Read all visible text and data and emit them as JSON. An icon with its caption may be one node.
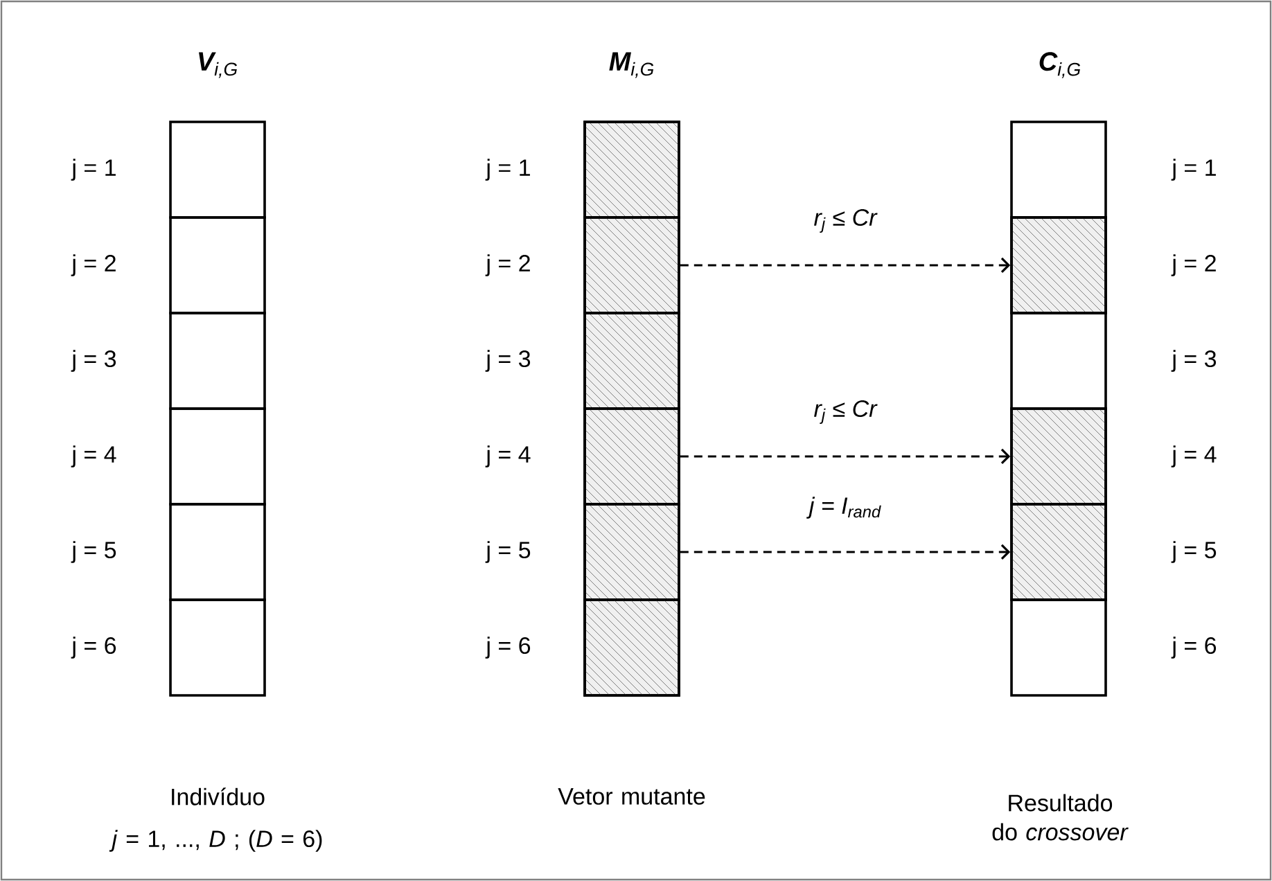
{
  "diagram": {
    "nodes": [
      {
        "text": [],
        "shape": "box"
      },
      {
        "text": [],
        "shape": "box"
      },
      {
        "text": [],
        "shape": "box"
      },
      {
        "text": [],
        "shape": "box"
      },
      {
        "text": [],
        "shape": "box"
      },
      {
        "text": [],
        "shape": "box"
      },
      {
        "text": [],
        "shape": "box"
      },
      {
        "text": [],
        "shape": "box"
      },
      {
        "text": [],
        "shape": "box"
      },
      {
        "text": [],
        "shape": "box"
      },
      {
        "text": [],
        "shape": "box"
      },
      {
        "text": [],
        "shape": "box"
      },
      {
        "text": [],
        "shape": "box"
      },
      {
        "text": [],
        "shape": "box"
      },
      {
        "text": [],
        "shape": "box"
      },
      {
        "text": [],
        "shape": "box"
      },
      {
        "text": [],
        "shape": "box"
      },
      {
        "text": [],
        "shape": "box"
      }
    ],
    "edges": [
      {
        "from": 7,
        "to": 13,
        "arrow": "to",
        "style": "dashed",
        "label": "r$_{j}$ ≤ Cr"
      },
      {
        "from": 9,
        "to": 15,
        "arrow": "to",
        "style": "dashed",
        "label": "r$_{j}$ ≤ Cr"
      },
      {
        "from": 10,
        "to": 16,
        "arrow": "to",
        "style": "dashed",
        "label": "j = I$_{rand}$"
      }
    ],
    "labels": [
      "**V**$_{i,G}$",
      "**M**$_{i,G}$",
      "**C**$_{i,G}$",
      "j = 1",
      "j = 1",
      "j = 1",
      "j = 2",
      "j = 2",
      "j = 2",
      "j = 3",
      "j = 3",
      "j = 3",
      "j = 4",
      "j = 4",
      "j = 4",
      "j = 5",
      "j = 5",
      "j = 5",
      "j = 6",
      "j = 6",
      "j = 6",
      "Indivíduo",
      "Vetor mutante",
      "Resultado do *crossover*",
      "*j* = 1, ..., *D* ; (*D* = 6)"
    ]
  }
}
